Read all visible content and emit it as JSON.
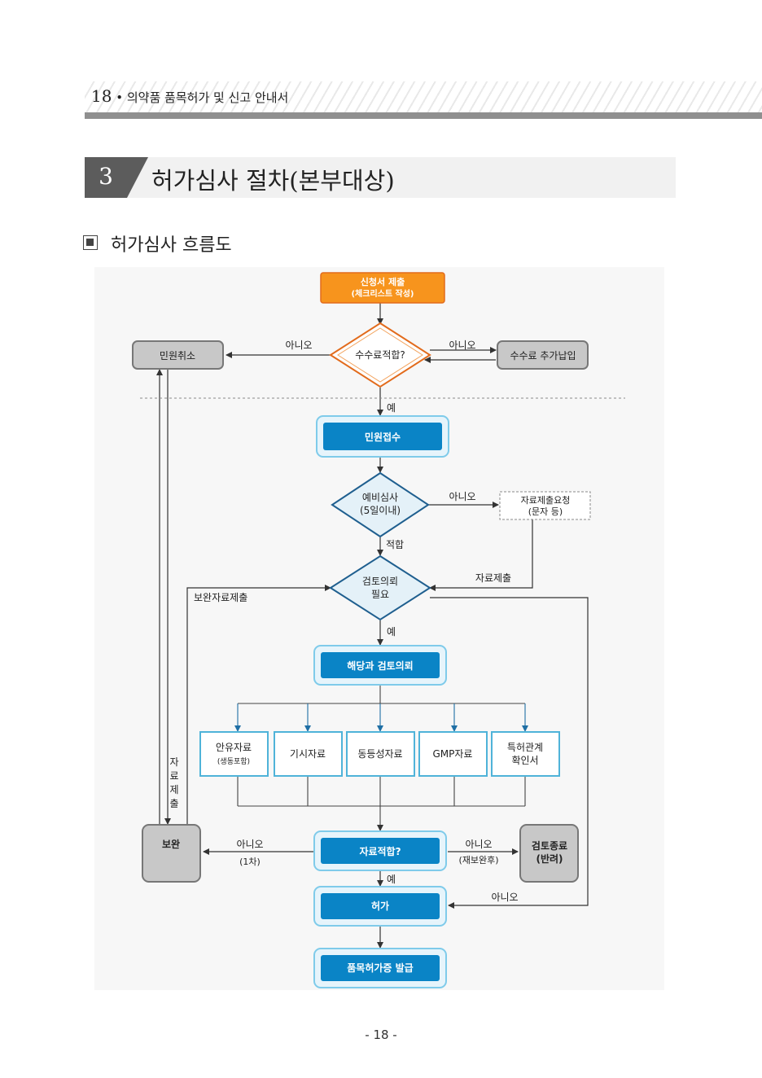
{
  "header": {
    "page_number": "18",
    "bullet": "•",
    "title": "의약품 품목허가 및 신고 안내서"
  },
  "section": {
    "number": "3",
    "title": "허가심사 절차(본부대상)"
  },
  "subsection": {
    "title": "허가심사 흐름도"
  },
  "flow": {
    "apply_l1": "신청서 제출",
    "apply_l2": "(체크리스트 작성)",
    "fee_check": "수수료적합?",
    "cancel": "민원취소",
    "extra_fee": "수수료 추가납입",
    "receipt": "민원접수",
    "prelim_l1": "예비심사",
    "prelim_l2": "(5일이내)",
    "data_req_l1": "자료제출요청",
    "data_req_l2": "(문자 등)",
    "review_req_l1": "검토의뢰",
    "review_req_l2": "필요",
    "dept_review": "해당과 검토의뢰",
    "doc_safety_l1": "안유자료",
    "doc_safety_l2": "(생동포함)",
    "doc_spec": "기시자료",
    "doc_equiv": "동등성자료",
    "doc_gmp": "GMP자료",
    "doc_patent_l1": "특허관계",
    "doc_patent_l2": "확인서",
    "supplement": "보완",
    "data_ok": "자료적합?",
    "review_end_l1": "검토종료",
    "review_end_l2": "(반려)",
    "approval": "허가",
    "issue": "품목허가증 발급",
    "lbl_no": "아니오",
    "lbl_yes": "예",
    "lbl_fit": "적합",
    "lbl_submit": "자료제출",
    "lbl_supp_submit": "보완자료제출",
    "lbl_vertical_submit": [
      "자",
      "료",
      "제",
      "출"
    ],
    "lbl_first": "(1차)",
    "lbl_after_supp": "(재보완후)"
  },
  "colors": {
    "orange": "#f7941d",
    "orange_dark": "#e26b1c",
    "blue": "#0a84c6",
    "blue_light": "#7fcbea",
    "diamond_blue": "#1f5f8f",
    "diamond_fill": "#e4f1f8",
    "gray_box": "#c8c8c8",
    "gray_border": "#777777",
    "line": "#333333"
  },
  "footer": {
    "page": "- 18 -"
  }
}
